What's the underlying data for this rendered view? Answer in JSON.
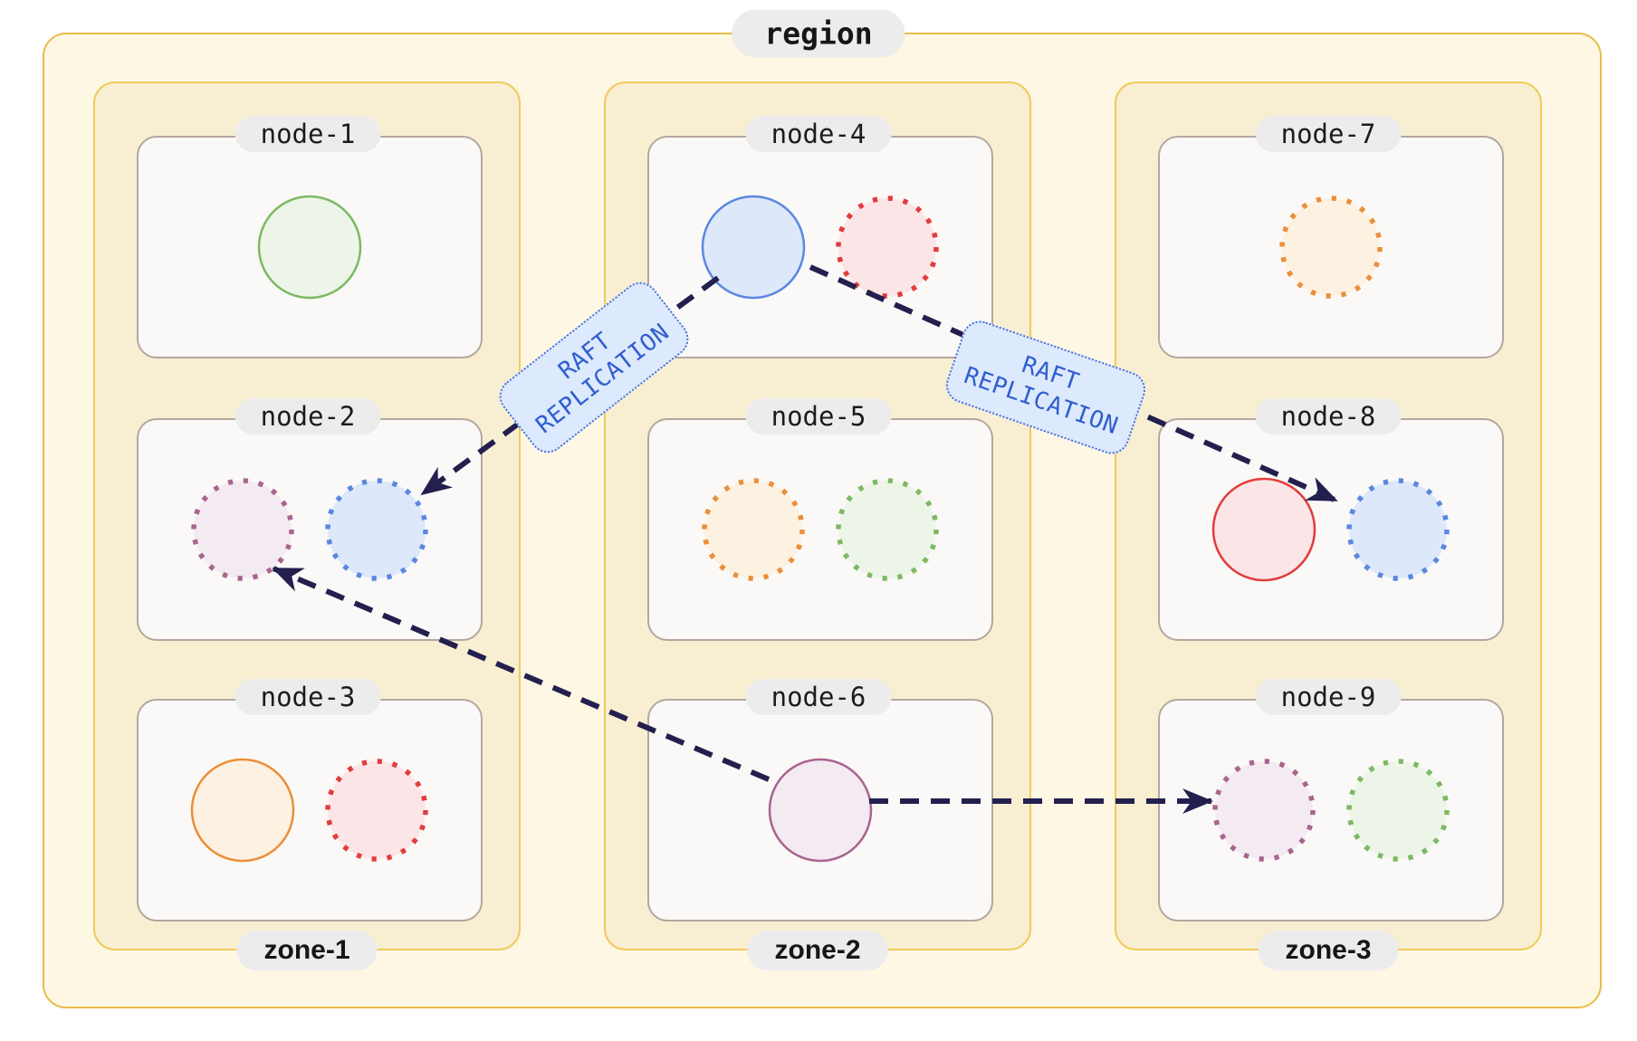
{
  "region": {
    "label": "region"
  },
  "zones": [
    {
      "label": "zone-1",
      "nodes": [
        {
          "label": "node-1",
          "replicas": [
            {
              "color": "green",
              "style": "solid"
            }
          ]
        },
        {
          "label": "node-2",
          "replicas": [
            {
              "color": "purple",
              "style": "dotted"
            },
            {
              "color": "blue",
              "style": "dotted"
            }
          ]
        },
        {
          "label": "node-3",
          "replicas": [
            {
              "color": "orange",
              "style": "solid"
            },
            {
              "color": "red",
              "style": "dotted"
            }
          ]
        }
      ]
    },
    {
      "label": "zone-2",
      "nodes": [
        {
          "label": "node-4",
          "replicas": [
            {
              "color": "blue",
              "style": "solid"
            },
            {
              "color": "red",
              "style": "dotted"
            }
          ]
        },
        {
          "label": "node-5",
          "replicas": [
            {
              "color": "orange",
              "style": "dotted"
            },
            {
              "color": "green",
              "style": "dotted"
            }
          ]
        },
        {
          "label": "node-6",
          "replicas": [
            {
              "color": "purple",
              "style": "solid"
            }
          ]
        }
      ]
    },
    {
      "label": "zone-3",
      "nodes": [
        {
          "label": "node-7",
          "replicas": [
            {
              "color": "orange",
              "style": "dotted"
            }
          ]
        },
        {
          "label": "node-8",
          "replicas": [
            {
              "color": "red",
              "style": "solid"
            },
            {
              "color": "blue",
              "style": "dotted"
            }
          ]
        },
        {
          "label": "node-9",
          "replicas": [
            {
              "color": "purple",
              "style": "dotted"
            },
            {
              "color": "green",
              "style": "dotted"
            }
          ]
        }
      ]
    }
  ],
  "edges": [
    {
      "from": "node-4",
      "to": "node-2",
      "label": "RAFT REPLICATION"
    },
    {
      "from": "node-4",
      "to": "node-8",
      "label": "RAFT REPLICATION"
    },
    {
      "from": "node-6",
      "to": "node-2",
      "label": ""
    },
    {
      "from": "node-6",
      "to": "node-9",
      "label": ""
    }
  ],
  "palette": {
    "green": {
      "stroke": "#7db964",
      "fill": "#edf5e8"
    },
    "blue": {
      "stroke": "#5b87e0",
      "fill": "#dde8fa"
    },
    "red": {
      "stroke": "#e23c3c",
      "fill": "#fce5e7"
    },
    "orange": {
      "stroke": "#eb8f3a",
      "fill": "#fdf1e2"
    },
    "purple": {
      "stroke": "#a8648f",
      "fill": "#f4eaf2"
    }
  },
  "style_colors": {
    "region_border": "#e7bc4a",
    "region_bg": "#fdf7e4",
    "zone_border": "#f1ca5b",
    "zone_bg": "#f8efd3",
    "node_border": "#b5a69e",
    "node_bg": "#faf9f7",
    "arrow": "#23204f",
    "raft_label_bg": "#dde9fc",
    "raft_label_border": "#4a70d8",
    "raft_label_text": "#2f5ecf"
  }
}
